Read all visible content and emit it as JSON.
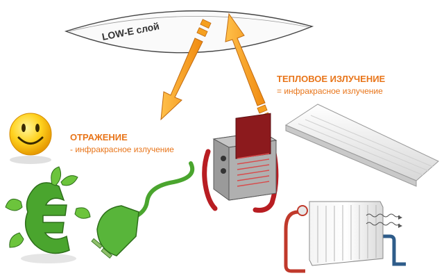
{
  "lowe_label": "LOW-E слой",
  "thermal": {
    "title": "ТЕПЛОВОЕ ИЗЛУЧЕНИЕ",
    "subtitle": "= инфракрасное излучение"
  },
  "reflection": {
    "title": "ОТРАЖЕНИЕ",
    "subtitle": "- инфракрасное излучение"
  },
  "colors": {
    "accent": "#e8751a",
    "arrow_fill": "#f5a020",
    "arrow_stroke": "#c06a10",
    "radiator_pipe": "#c0392b",
    "heater_red": "#b81d22",
    "eco_green": "#4aa52e",
    "smiley_yellow": "#ffd21f"
  },
  "icons": [
    "smiley-icon",
    "euro-eco-icon",
    "green-plug-icon",
    "fan-heater-icon",
    "ceiling-ir-heater-icon",
    "radiator-icon"
  ]
}
